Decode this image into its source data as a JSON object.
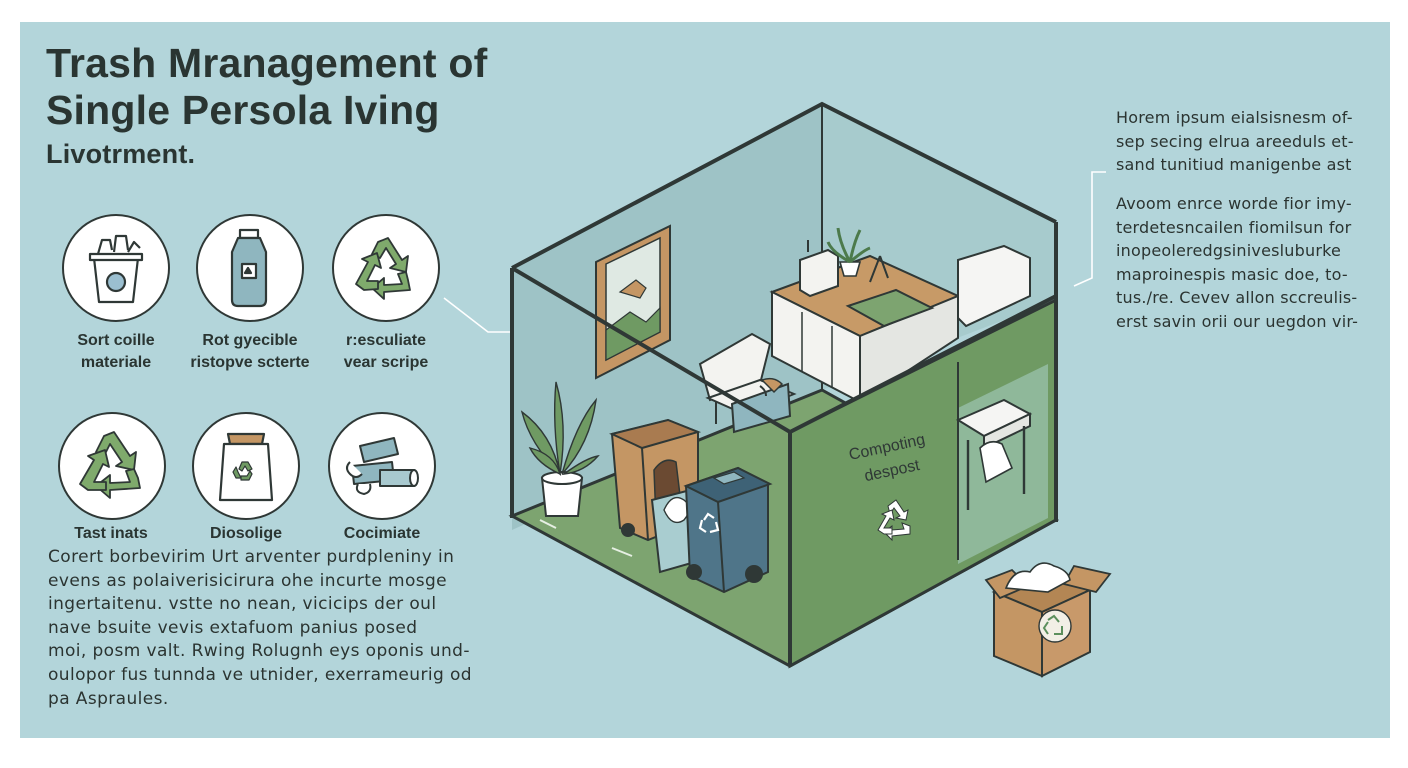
{
  "title": {
    "line1": "Trash Mranagement of",
    "line2": "Single Persola Iving",
    "line3": "Livotrment."
  },
  "icons": [
    {
      "icon": "trash-bin-icon",
      "caption_line1": "Sort coille",
      "caption_line2": "materiale"
    },
    {
      "icon": "bottle-icon",
      "caption_line1": "Rot gyecible",
      "caption_line2": "ristopve scterte"
    },
    {
      "icon": "recycle-icon",
      "caption_line1": "r:esculiate",
      "caption_line2": "vear scripe"
    },
    {
      "icon": "recycle-icon",
      "caption_line1": "Tast inats",
      "caption_line2": ""
    },
    {
      "icon": "recycle-bag-icon",
      "caption_line1": "Diosolige",
      "caption_line2": ""
    },
    {
      "icon": "cans-icon",
      "caption_line1": "Cocimiate",
      "caption_line2": ""
    }
  ],
  "left_paragraph": [
    "Corert borbevirim Urt arventer purdpleniny in",
    "evens as polaiverisicirura ohe incurte mosge",
    "ingertaitenu. vstte no nean, vicicips der oul",
    "nave bsuite vevis extafuom panius posed",
    "moi, posm valt. Rwing Rolugnh eys oponis und-",
    "oulopor fus tunnda ve utnider, exerrameurig od",
    "pa Aspraules."
  ],
  "right_paragraph_1": [
    "Horem ipsum eialsisnesm of-",
    "sep secing elrua areeduls et-",
    "sand tunitiud manigenbe ast"
  ],
  "right_paragraph_2": [
    "Avoom enrce worde fior imy-",
    "terdetesncailen fiomilsun for",
    "inopeoleredgsinivesluburke",
    "maproinespis masic doe, to-",
    "tus./re. Cevev allon sccreulis-",
    "erst savin orii our uegdon vir-"
  ],
  "wall_label": {
    "line1": "Compoting",
    "line2": "despost"
  },
  "colors": {
    "panel": "#b3d5da",
    "floor": "#7da470",
    "wall_green": "#6f9a63",
    "outline": "#2f3836",
    "wood": "#c49664",
    "blue_bin": "#4f7589",
    "recycle_green": "#5c8f5d"
  }
}
